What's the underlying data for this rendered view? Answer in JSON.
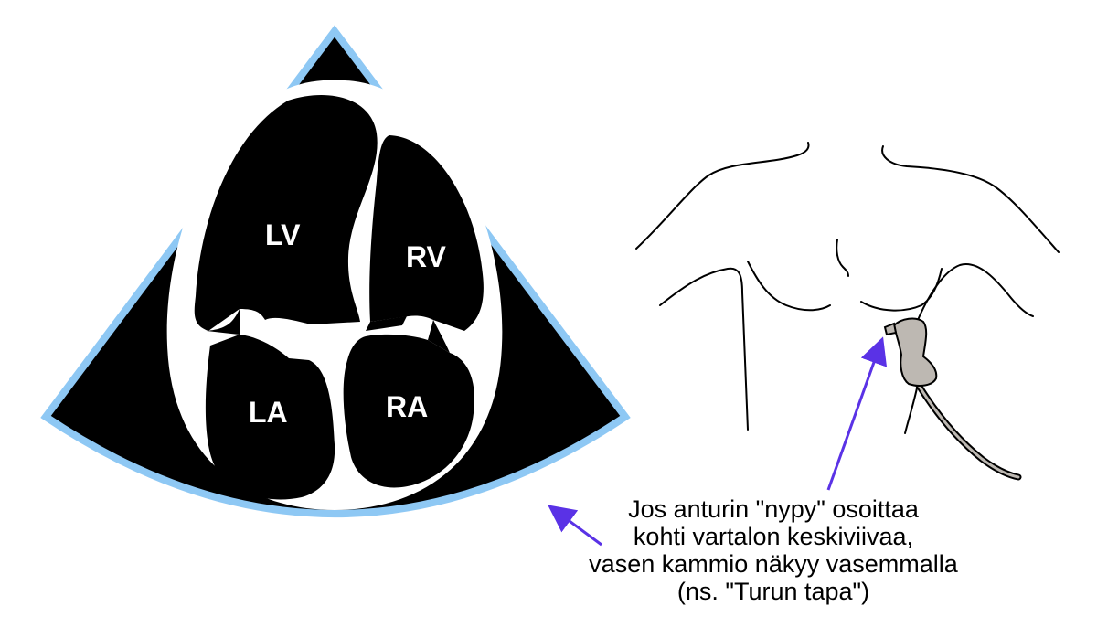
{
  "colors": {
    "sector_border": "#8ec8f4",
    "sector_fill": "#000000",
    "tissue": "#ffffff",
    "probe_fill": "#bdb8b2",
    "arrow": "#5a32e6",
    "body_outline": "#000000"
  },
  "icons": {
    "probe": "ultrasound-probe-icon"
  },
  "echo_view": {
    "chambers": {
      "lv": "LV",
      "rv": "RV",
      "la": "LA",
      "ra": "RA"
    }
  },
  "caption": {
    "lines": [
      "Jos anturin \"nypy\" osoittaa",
      "kohti vartalon keskiviivaa,",
      "vasen kammio näkyy vasemmalla",
      "(ns. \"Turun tapa\")"
    ]
  }
}
